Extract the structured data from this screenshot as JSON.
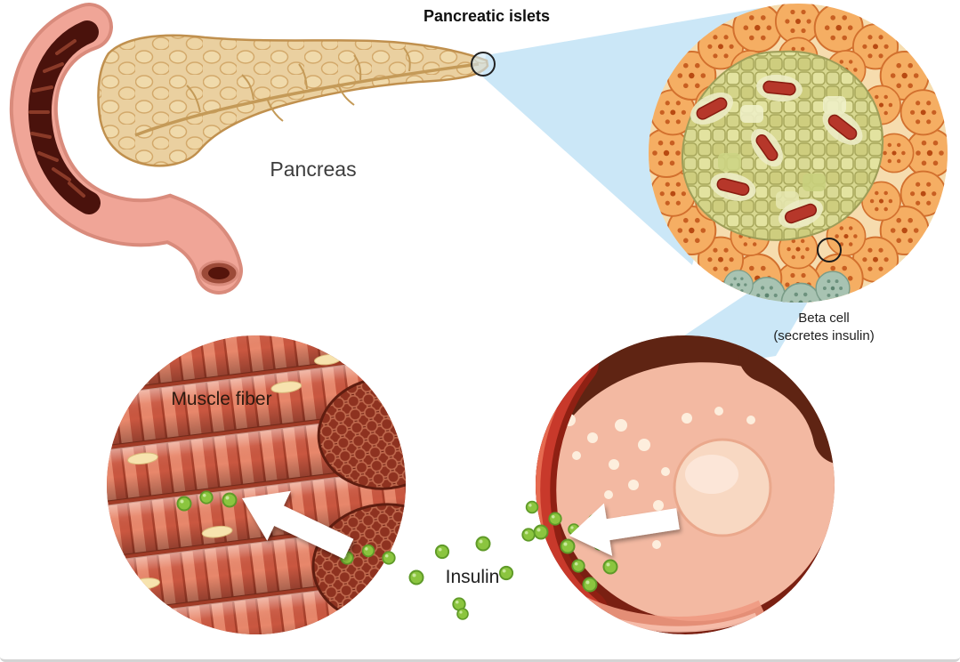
{
  "labels": {
    "title": "Pancreatic islets",
    "pancreas": "Pancreas",
    "beta_cell_line1": "Beta cell",
    "beta_cell_line2": "(secretes insulin)",
    "muscle_fiber": "Muscle fiber",
    "insulin": "Insulin"
  },
  "colors": {
    "background": "#ffffff",
    "callout_blue": "#cbe7f7",
    "pancreas_tan": "#ead0a0",
    "pancreas_outline": "#c0904e",
    "duodenum_pink": "#f0a597",
    "duodenum_dark_lumen": "#4a120c",
    "islet_yellow": "#d8d890",
    "acinar_orange": "#f5ae63",
    "red_blood_cell": "#b6372a",
    "muscle_red": "#ca5740",
    "muscle_cross_section": "#6f2113",
    "beta_cell_salmon": "#f3b9a2",
    "beta_cell_membrane_brown": "#5f2413",
    "secretion_band_red": "#c8392b",
    "insulin_green": "#8bc53f",
    "arrow_white": "#ffffff",
    "label_dark": "#1f1f1f"
  }
}
